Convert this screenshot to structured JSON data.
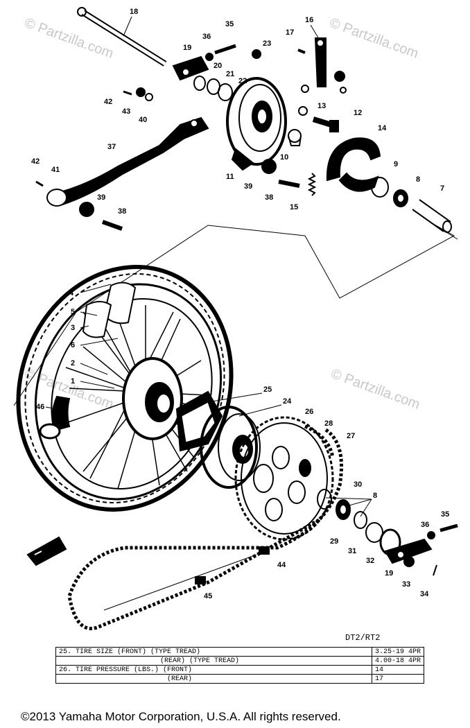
{
  "watermark": "© Partzilla.com",
  "callouts": [
    "18",
    "35",
    "36",
    "19",
    "20",
    "23",
    "17",
    "16",
    "21",
    "22",
    "42",
    "43",
    "40",
    "13",
    "12",
    "37",
    "14",
    "11",
    "10",
    "9",
    "8",
    "7",
    "42",
    "41",
    "39",
    "38",
    "38",
    "39",
    "15",
    "4",
    "5",
    "3",
    "6",
    "2",
    "1",
    "46",
    "25",
    "24",
    "26",
    "28",
    "27",
    "30",
    "8",
    "36",
    "35",
    "29",
    "31",
    "32",
    "19",
    "34",
    "33",
    "44",
    "45"
  ],
  "spec": {
    "model": "DT2/RT2",
    "rows": [
      {
        "label": "25.  TIRE SIZE (FRONT) (TYPE TREAD)",
        "value": "3.25-19  4PR"
      },
      {
        "label": "(REAR) (TYPE TREAD)",
        "value": "4.00-18  4PR"
      },
      {
        "label": "26.  TIRE PRESSURE (LBS.) (FRONT)",
        "value": "14"
      },
      {
        "label": "(REAR)",
        "value": "17"
      }
    ]
  },
  "copyright": "©2013 Yamaha Motor Corporation, U.S.A. All rights reserved."
}
